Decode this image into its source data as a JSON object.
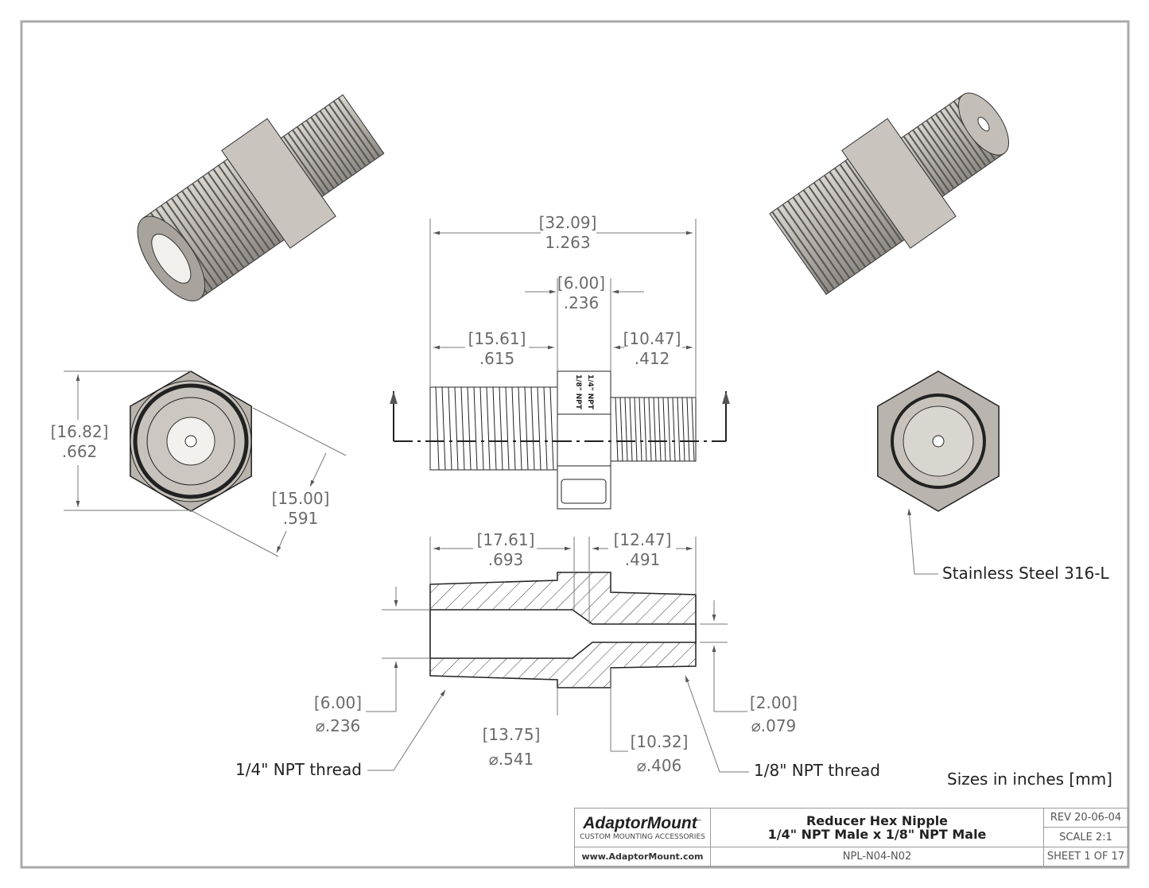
{
  "dimensions": {
    "overall_length": {
      "mm": "[32.09]",
      "in": "1.263"
    },
    "hex_width": {
      "mm": "[6.00]",
      "in": ".236"
    },
    "quarter_thread_length": {
      "mm": "[15.61]",
      "in": ".615"
    },
    "eighth_thread_length": {
      "mm": "[10.47]",
      "in": ".412"
    },
    "hex_across_corners": {
      "mm": "[16.82]",
      "in": ".662"
    },
    "hex_across_flats": {
      "mm": "[15.00]",
      "in": ".591"
    },
    "large_bore_depth": {
      "mm": "[17.61]",
      "in": ".693"
    },
    "small_bore_depth": {
      "mm": "[12.47]",
      "in": ".491"
    },
    "large_bore_dia": {
      "mm": "[6.00]",
      "in": "⌀.236"
    },
    "quarter_thread_dia": {
      "mm": "[13.75]",
      "in": "⌀.541"
    },
    "eighth_thread_dia": {
      "mm": "[10.32]",
      "in": "⌀.406"
    },
    "small_bore_dia": {
      "mm": "[2.00]",
      "in": "⌀.079"
    }
  },
  "callouts": {
    "quarter_thread": "1/4\" NPT thread",
    "eighth_thread": "1/8\" NPT thread",
    "material": "Stainless Steel 316-L",
    "units": "Sizes in inches [mm]"
  },
  "hex_marking": {
    "line1": "1/4\" NPT",
    "line2": "1/8\" NPT"
  },
  "title_block": {
    "brand": "AdaptorMount",
    "tm": "™",
    "tagline": "CUSTOM MOUNTING ACCESSORIES",
    "website": "www.AdaptorMount.com",
    "title_line1": "Reducer Hex Nipple",
    "title_line2": "1/4\" NPT Male x 1/8\" NPT Male",
    "part_number": "NPL-N04-N02",
    "rev": "REV 20-06-04",
    "scale": "SCALE 2:1",
    "sheet": "SHEET 1 OF 17"
  },
  "colors": {
    "metal": "#b9b4ad",
    "line": "#222222",
    "dim": "#6a6a6a"
  }
}
